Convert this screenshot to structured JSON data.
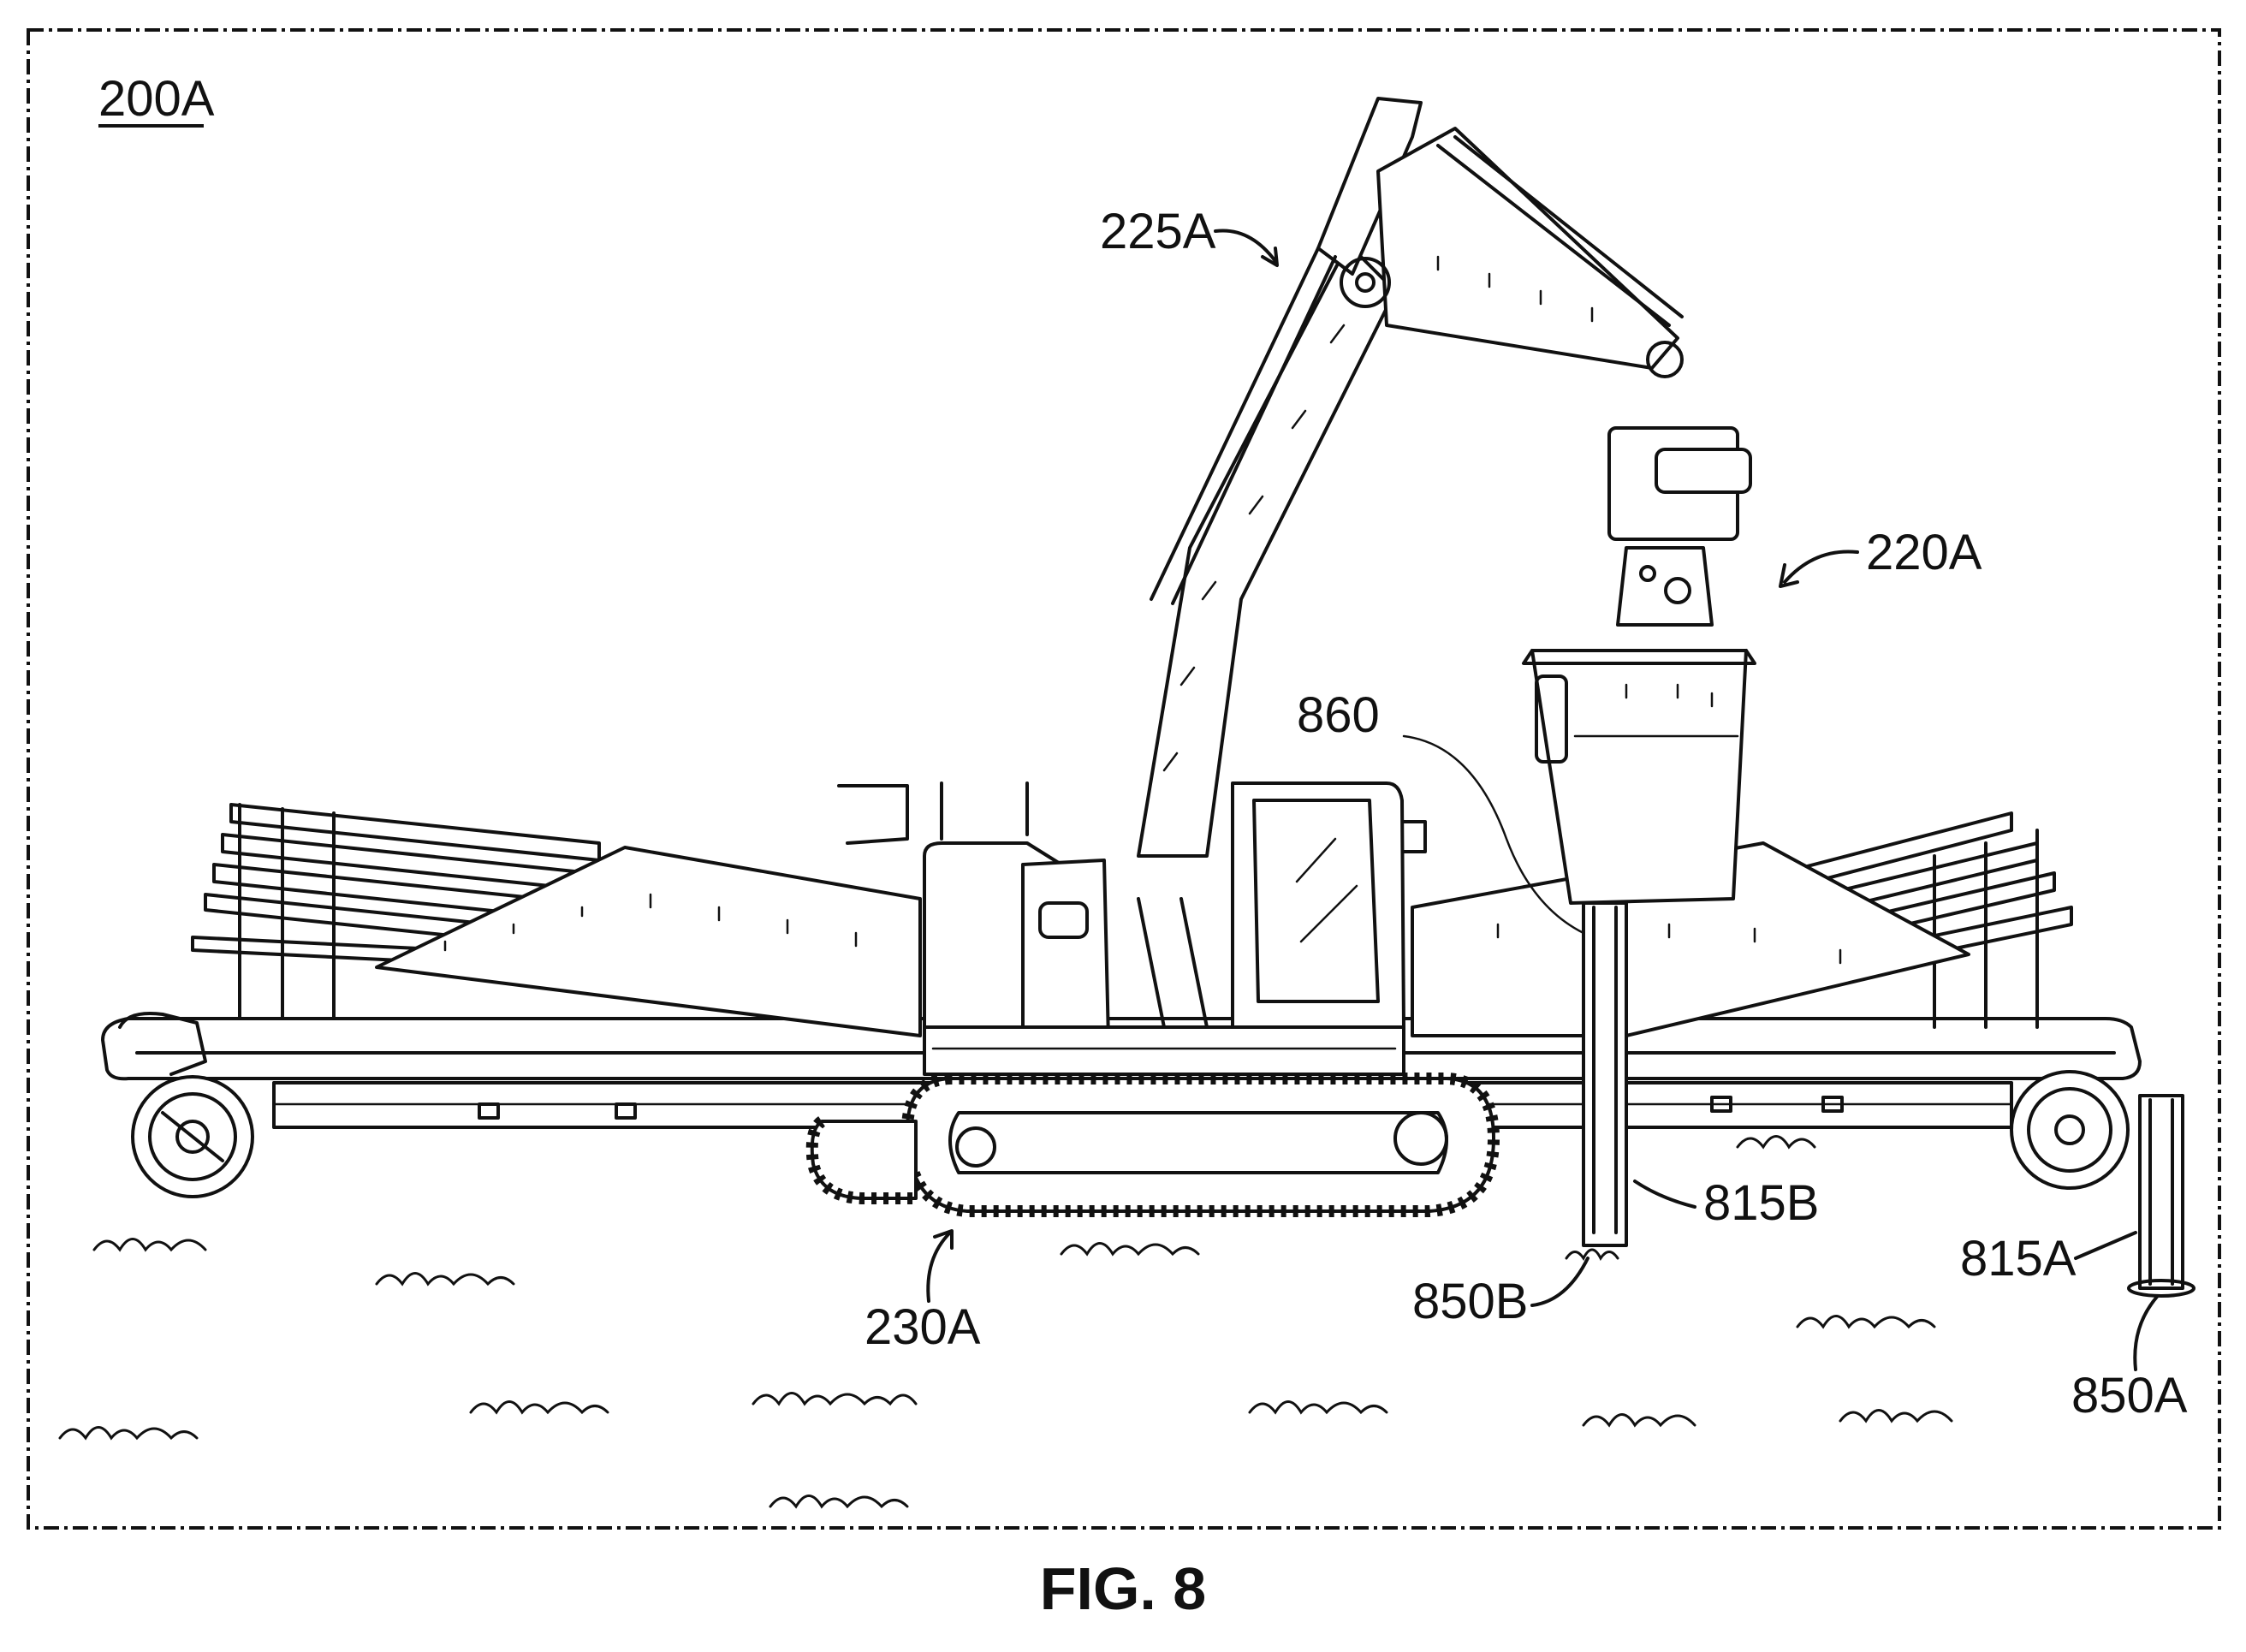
{
  "figure": {
    "panel_id": "200A",
    "caption": "FIG. 8"
  },
  "labels": {
    "excavator": "225A",
    "pile_driver": "220A",
    "cable": "860",
    "track": "230A",
    "pile_b": "815B",
    "pile_b_base": "850B",
    "pile_a": "815A",
    "pile_a_base": "850A"
  }
}
